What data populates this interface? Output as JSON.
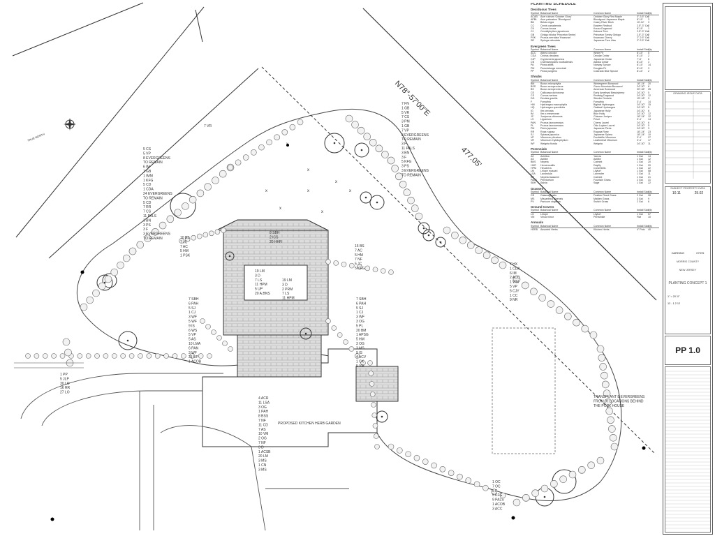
{
  "north_arrow_label": "TRUE NORTH",
  "bearing_label": "N78°-57'00\"E",
  "distance_label": "477.05'",
  "plan_labels": {
    "top_left": [
      "5 CS",
      "5 VP",
      "8 EVERGREENS",
      "TO REMAIN",
      "6 IM",
      "1 GB",
      "1 IMM",
      "1 KFG",
      "5 CD",
      "1 CDA",
      "24 EVERGREENS",
      "TO REMAIN",
      "5 CD",
      "7 RR",
      "7 CS",
      "11 PALS",
      "3 BN",
      "3 PS",
      "3 F",
      "3 EVERGREENS",
      "TO REMAIN"
    ],
    "top_right": [
      "7 FN",
      "1 GB",
      "5 VR",
      "7 CS",
      "3 PM",
      "1 GB",
      "7 VP",
      "8 EVERGREENS",
      "TO REMAIN",
      "3 F",
      "11 PALS",
      "3 BN",
      "3 F",
      "5 KFG",
      "3 PS",
      "3 EVERGREENS",
      "TO REMAIN"
    ],
    "vr": "7 VR",
    "house_top": [
      "8 SBH",
      "2 ICS",
      "20 HHR"
    ],
    "center_boxes": [
      "19 LM",
      "3 D",
      "7 LS",
      "11 HPM",
      "5 UP",
      "20 A.BNS"
    ],
    "center_box2": [
      "19 LM",
      "3 D",
      "2 PRM",
      "7 LS",
      "11 HPM"
    ],
    "left_mid": [
      "10 BS",
      "7 JC",
      "7 AC",
      "5 HM",
      "1 PSK"
    ],
    "right_mid": [
      "15 BS",
      "7 AC",
      "5 HM",
      "7 NF",
      "5 JC",
      "5 KFG"
    ],
    "left_lower": [
      "7 SBH",
      "6 PAH",
      "5 SJ",
      "1 CJ",
      "3 WF",
      "5 WF",
      "9 IS",
      "6 WS",
      "5 VP",
      "5 AS",
      "10 LMA",
      "6 PAN",
      "3 WF",
      "21 UP",
      "1 ACOB"
    ],
    "right_lower": [
      "7 SBH",
      "6 PAH",
      "5 SJ",
      "1 CJ",
      "3 WF",
      "3 OG",
      "5 PL",
      "20 BM",
      "1 APSG",
      "5 HM",
      "3 OG",
      "3 MS",
      "9 IS",
      "4 ACV",
      "1 CK",
      "5 VR"
    ],
    "right_side": [
      "7 HX",
      "1 CDA",
      "6 IM",
      "2 ACC",
      "1 WM",
      "5 VP",
      "5 CJY",
      "1 CC",
      "9 NR"
    ],
    "transplant": [
      "TRANSPLANT 8 EVERGREENS",
      "FROM 'X' LOCATIONS BEHIND",
      "THE POOL HOUSE"
    ],
    "bottom_center": [
      "4 ACR",
      "11 LSA",
      "3 OG",
      "1 PAH",
      "8 BSS",
      "7 NF",
      "11 CD",
      "7 AS",
      "10 VM",
      "2 OG",
      "7 NF",
      "3 D",
      "1 ACSB",
      "20 LM",
      "3 MS",
      "1 CN",
      "3 MS"
    ],
    "herb_garden": "PROPOSED KITCHEN HERB GARDEN",
    "bottom_left": [
      "1 PP",
      "5 JLP",
      "30 LO",
      "16 RR",
      "27 LO"
    ],
    "bottom_right": [
      "1 OC",
      "7 OC",
      "5 F",
      "5 KFG",
      "9 PALS",
      "1 ACOB",
      "3 ACC"
    ]
  },
  "schedule": {
    "title": "PLANTING SCHEDULE",
    "col_headers": [
      "Symbol",
      "Botanical Name",
      "Common Name",
      "Install Size",
      "Qty"
    ],
    "sections": [
      {
        "name": "Deciduous Trees",
        "rows": [
          [
            "ACAB",
            "Acer rubrum 'October Glory'",
            "October Glory Red Maple",
            "3\"-3.5\" Cal",
            "2"
          ],
          [
            "APBL",
            "Acer palmatum 'Bloodgood'",
            "Bloodgood Japanese Maple",
            "8'-10'",
            "3"
          ],
          [
            "BN",
            "Betula nigra",
            "Casey River Birch",
            "10'-12'",
            "3"
          ],
          [
            "CC",
            "Cercis canadensis",
            "Eastern Redbud",
            "2.5\"-3\" Cal",
            "2"
          ],
          [
            "CK",
            "Cornus kousa",
            "Kousa Dogwood",
            "8'-10'",
            "1"
          ],
          [
            "CJ",
            "Cercidiphyllum japonicum",
            "Katsura Tree",
            "2.5\"-3\" Cal",
            "1"
          ],
          [
            "GB",
            "Ginkgo biloba 'Princeton Sentry'",
            "Princeton Sentry Ginkgo",
            "2.5\"-3\" Cal",
            "2"
          ],
          [
            "PSK",
            "Prunus serrulata 'Kwanzan'",
            "Kwanzan Cherry",
            "2\"-2.5\" Cal",
            "1"
          ],
          [
            "SR",
            "Syringa reticulata",
            "Japanese Tree Lilac",
            "2\"-2.5\" Cal",
            "1"
          ]
        ]
      },
      {
        "name": "Evergreen Trees",
        "rows": [
          [
            "ACC",
            "Abies concolor",
            "White Fir",
            "8'-10'",
            "5"
          ],
          [
            "CDA",
            "Cedrus deodara",
            "Deodar Cedar",
            "8'-10'",
            "2"
          ],
          [
            "CJP",
            "Cryptomeria japonica",
            "Japanese Cedar",
            "7'-8'",
            "6"
          ],
          [
            "CN",
            "Chamaecyparis nootkatensis",
            "Alaska Cedar",
            "8'-10'",
            "3"
          ],
          [
            "PA",
            "Picea abies",
            "Norway Spruce",
            "8'-10'",
            "14"
          ],
          [
            "PM",
            "Pseudotsuga menziesii",
            "Douglas Fir",
            "8'-10'",
            "3"
          ],
          [
            "PP",
            "Picea pungens",
            "Colorado Blue Spruce",
            "8'-10'",
            "2"
          ]
        ]
      },
      {
        "name": "Shrubs",
        "rows": [
          [
            "BM",
            "Buxus microphylla",
            "Wintergreen Boxwood",
            "18\"-24\"",
            "20"
          ],
          [
            "BSS",
            "Buxus sempervirens",
            "Green Mountain Boxwood",
            "24\"-30\"",
            "8"
          ],
          [
            "BS",
            "Buxus sempervirens",
            "American Boxwood",
            "30\"-36\"",
            "25"
          ],
          [
            "CE",
            "Callicarpa dichotoma",
            "Early Amethyst Beautyberry",
            "24\"-30\"",
            "5"
          ],
          [
            "CS",
            "Cornus sericea",
            "Redtwig Dogwood",
            "24\"-30\"",
            "12"
          ],
          [
            "DG",
            "Deutzia gracilis",
            "Slender Deutzia",
            "15\"-18\"",
            "3"
          ],
          [
            "F",
            "Forsythia",
            "Forsythia",
            "3'-4'",
            "14"
          ],
          [
            "HM",
            "Hydrangea macrophylla",
            "Bigleaf Hydrangea",
            "24\"-30\"",
            "15"
          ],
          [
            "HQ",
            "Hydrangea quercifolia",
            "Oakleaf Hydrangea",
            "24\"-30\"",
            "5"
          ],
          [
            "IG",
            "Ilex crenata",
            "Japanese Holly",
            "24\"-30\"",
            "6"
          ],
          [
            "IM",
            "Ilex x meserveae",
            "Blue Holly",
            "24\"-30\"",
            "12"
          ],
          [
            "JC",
            "Juniperus chinensis",
            "Chinese Juniper",
            "18\"-24\"",
            "12"
          ],
          [
            "LS",
            "Ligustrum",
            "Privet",
            "3'-4'",
            "14"
          ],
          [
            "PAN",
            "Prunus laurocerasus",
            "Cherry Laurel",
            "24\"-30\"",
            "6"
          ],
          [
            "PL",
            "Prunus laurocerasus",
            "Otto Luyken Laurel",
            "24\"-30\"",
            "5"
          ],
          [
            "PM",
            "Pieris japonica",
            "Japanese Pieris",
            "24\"-30\"",
            "3"
          ],
          [
            "RR",
            "Rosa rugosa",
            "Rugosa Rose",
            "18\"-24\"",
            "23"
          ],
          [
            "SJ",
            "Spiraea japonica",
            "Japanese Spirea",
            "18\"-24\"",
            "10"
          ],
          [
            "VP",
            "Viburnum plicatum",
            "Doublefile Viburnum",
            "3'-4'",
            "27"
          ],
          [
            "VR",
            "Viburnum rhytidophyllum",
            "Leatherleaf Viburnum",
            "3'-4'",
            "17"
          ],
          [
            "WF",
            "Weigela florida",
            "Weigela",
            "24\"-30\"",
            "11"
          ]
        ]
      },
      {
        "name": "Perennials",
        "rows": [
          [
            "AC",
            "Achillea",
            "Yarrow",
            "1 Gal",
            "14"
          ],
          [
            "AS",
            "Astilbe",
            "Astilbe",
            "1 Gal",
            "12"
          ],
          [
            "BNS",
            "Nepeta",
            "Catmint",
            "1 Gal",
            "20"
          ],
          [
            "HHR",
            "Hemerocallis",
            "Daylily",
            "1 Gal",
            "20"
          ],
          [
            "HPM",
            "Heuchera",
            "Coral Bells",
            "1 Gal",
            "22"
          ],
          [
            "LM",
            "Liriope muscari",
            "Lilyturf",
            "1 Gal",
            "58"
          ],
          [
            "LSA",
            "Lavandula",
            "Lavender",
            "1 Gal",
            "11"
          ],
          [
            "NF",
            "Nepeta faassenii",
            "Catmint",
            "1 Gal",
            "21"
          ],
          [
            "PALS",
            "Pennisetum",
            "Fountain Grass",
            "2 Gal",
            "31"
          ],
          [
            "SBH",
            "Salvia",
            "Sage",
            "1 Gal",
            "22"
          ]
        ]
      },
      {
        "name": "Grasses",
        "rows": [
          [
            "CD",
            "Calamagrostis",
            "Feather Reed Grass",
            "2 Gal",
            "28"
          ],
          [
            "MS",
            "Miscanthus sinensis",
            "Maiden Grass",
            "3 Gal",
            "9"
          ],
          [
            "PV",
            "Panicum virgatum",
            "Switch Grass",
            "2 Gal",
            "6"
          ]
        ]
      },
      {
        "name": "Ground Covers",
        "rows": [
          [
            "LO",
            "Liriope",
            "Lilyturf",
            "1 Gal",
            "57"
          ],
          [
            "VM",
            "Vinca minor",
            "Periwinkle",
            "Flat",
            "10"
          ]
        ]
      },
      {
        "name": "Annuals",
        "rows": [
          [
            "HERB",
            "Assorted Herbs",
            "Kitchen Herbs",
            "4\" Pots",
            "40"
          ]
        ]
      }
    ]
  },
  "title_block": {
    "drawing_issue": "DRAWING ISSUE DATA",
    "subject_property": "SUBJECT PROPERTY DATA",
    "block": "10.11",
    "lot": "25.02",
    "township": "HARDING",
    "state_code": "07976",
    "county": "MORRIS COUNTY",
    "state": "NEW JERSEY",
    "drawing_title": "PLANTING CONCEPT 1",
    "scale": "1\" = 20'-0\"",
    "date": "12 - 1 2 12",
    "sheet": "PP 1.0"
  },
  "colors": {
    "line": "#333333",
    "bg": "#ffffff",
    "paving": "#cfcfcf",
    "shrub": "#e8e8e8"
  }
}
